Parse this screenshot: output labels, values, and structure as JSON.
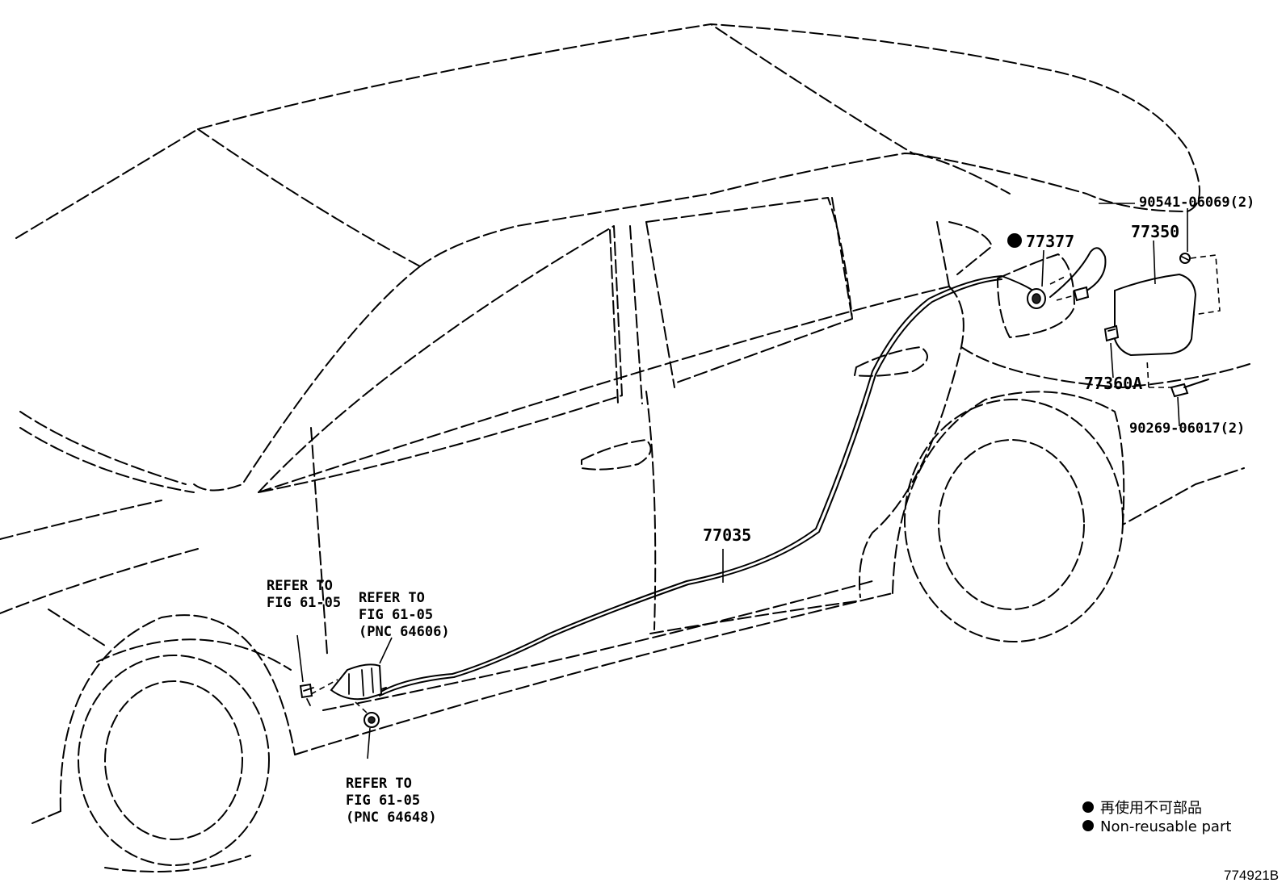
{
  "parts": {
    "p77377": "77377",
    "p77350": "77350",
    "p90541": "90541-06069(2)",
    "p77360A": "77360A",
    "p90269": "90269-06017(2)",
    "p77035": "77035"
  },
  "refs": {
    "ref1": {
      "line1": "REFER TO",
      "line2": "FIG 61-05"
    },
    "ref2": {
      "line1": "REFER TO",
      "line2": "FIG 61-05",
      "line3": "(PNC 64606)"
    },
    "ref3": {
      "line1": "REFER TO",
      "line2": "FIG 61-05",
      "line3": "(PNC 64648)"
    }
  },
  "legend": {
    "line1": "再使用不可部品",
    "line2": "Non-reusable part"
  },
  "drawing_code": "774921B",
  "colors": {
    "ink": "#000000",
    "paper": "#ffffff"
  }
}
